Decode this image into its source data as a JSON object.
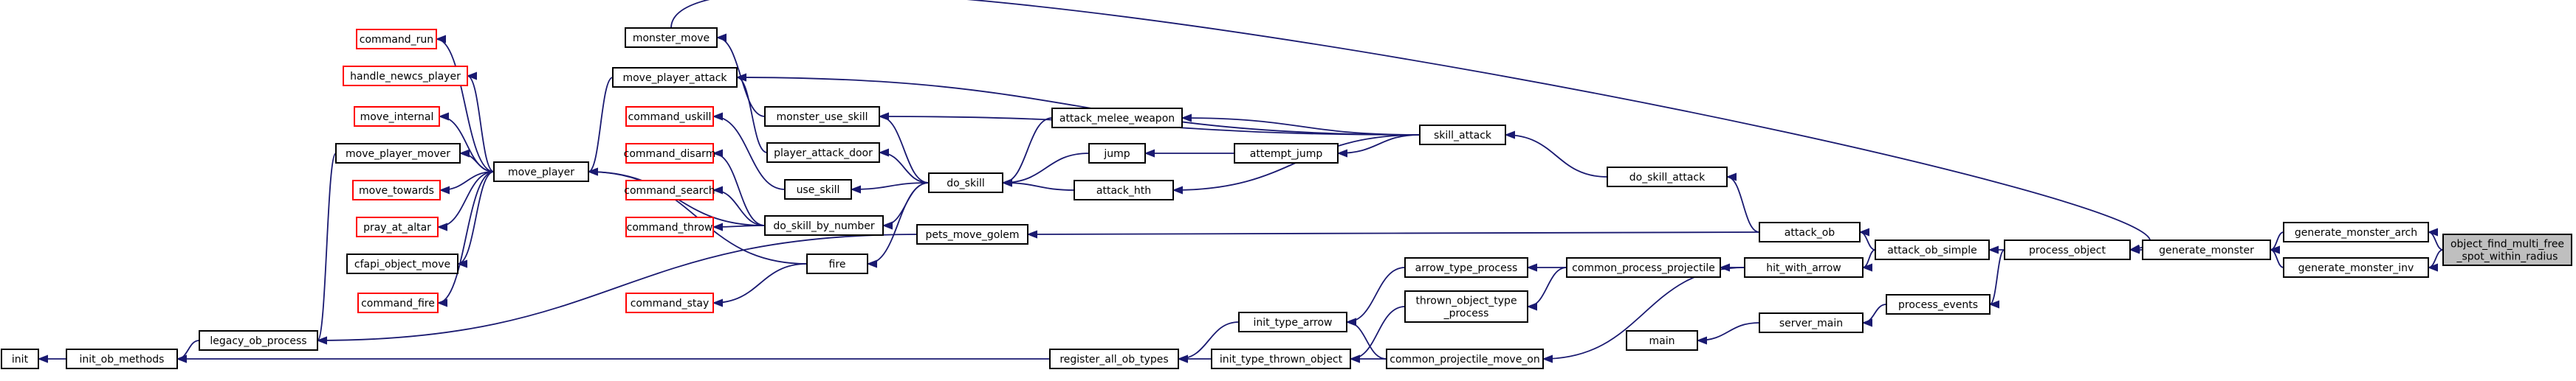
{
  "graph": {
    "nodes": [
      {
        "id": "target",
        "label": [
          "object_find_multi_free",
          "_spot_within_radius"
        ],
        "style": "target"
      },
      {
        "id": "gen_arch",
        "label": [
          "generate_monster_arch"
        ],
        "style": "black"
      },
      {
        "id": "gen_inv",
        "label": [
          "generate_monster_inv"
        ],
        "style": "black"
      },
      {
        "id": "gen_mon",
        "label": [
          "generate_monster"
        ],
        "style": "black"
      },
      {
        "id": "proc_obj",
        "label": [
          "process_object"
        ],
        "style": "black"
      },
      {
        "id": "proc_events",
        "label": [
          "process_events"
        ],
        "style": "black"
      },
      {
        "id": "server_main",
        "label": [
          "server_main"
        ],
        "style": "black"
      },
      {
        "id": "main",
        "label": [
          "main"
        ],
        "style": "black"
      },
      {
        "id": "attack_ob_simple",
        "label": [
          "attack_ob_simple"
        ],
        "style": "black"
      },
      {
        "id": "attack_ob",
        "label": [
          "attack_ob"
        ],
        "style": "black"
      },
      {
        "id": "hit_with_arrow",
        "label": [
          "hit_with_arrow"
        ],
        "style": "black"
      },
      {
        "id": "do_skill_attack",
        "label": [
          "do_skill_attack"
        ],
        "style": "black"
      },
      {
        "id": "common_proc_proj",
        "label": [
          "common_process_projectile"
        ],
        "style": "black"
      },
      {
        "id": "common_proj_move",
        "label": [
          "common_projectile_move_on"
        ],
        "style": "black"
      },
      {
        "id": "arrow_type_process",
        "label": [
          "arrow_type_process"
        ],
        "style": "black"
      },
      {
        "id": "thrown_obj_proc",
        "label": [
          "thrown_object_type",
          "_process"
        ],
        "style": "black"
      },
      {
        "id": "init_type_arrow",
        "label": [
          "init_type_arrow"
        ],
        "style": "black"
      },
      {
        "id": "init_type_thrown",
        "label": [
          "init_type_thrown_object"
        ],
        "style": "black"
      },
      {
        "id": "register_all",
        "label": [
          "register_all_ob_types"
        ],
        "style": "black"
      },
      {
        "id": "skill_attack",
        "label": [
          "skill_attack"
        ],
        "style": "black"
      },
      {
        "id": "attempt_jump",
        "label": [
          "attempt_jump"
        ],
        "style": "black"
      },
      {
        "id": "jump",
        "label": [
          "jump"
        ],
        "style": "black"
      },
      {
        "id": "attack_melee",
        "label": [
          "attack_melee_weapon"
        ],
        "style": "black"
      },
      {
        "id": "attack_hth",
        "label": [
          "attack_hth"
        ],
        "style": "black"
      },
      {
        "id": "do_skill",
        "label": [
          "do_skill"
        ],
        "style": "black"
      },
      {
        "id": "monster_use_skill",
        "label": [
          "monster_use_skill"
        ],
        "style": "black"
      },
      {
        "id": "player_attack_door",
        "label": [
          "player_attack_door"
        ],
        "style": "black"
      },
      {
        "id": "use_skill",
        "label": [
          "use_skill"
        ],
        "style": "black"
      },
      {
        "id": "do_skill_by_number",
        "label": [
          "do_skill_by_number"
        ],
        "style": "black"
      },
      {
        "id": "fire",
        "label": [
          "fire"
        ],
        "style": "black"
      },
      {
        "id": "pets_move_golem",
        "label": [
          "pets_move_golem"
        ],
        "style": "black"
      },
      {
        "id": "monster_move",
        "label": [
          "monster_move"
        ],
        "style": "black"
      },
      {
        "id": "move_player_attack",
        "label": [
          "move_player_attack"
        ],
        "style": "black"
      },
      {
        "id": "move_player",
        "label": [
          "move_player"
        ],
        "style": "black"
      },
      {
        "id": "move_player_mover",
        "label": [
          "move_player_mover"
        ],
        "style": "black"
      },
      {
        "id": "cfapi_object_move",
        "label": [
          "cfapi_object_move"
        ],
        "style": "black"
      },
      {
        "id": "legacy_ob_process",
        "label": [
          "legacy_ob_process"
        ],
        "style": "black"
      },
      {
        "id": "init_ob_methods",
        "label": [
          "init_ob_methods"
        ],
        "style": "black"
      },
      {
        "id": "init",
        "label": [
          "init"
        ],
        "style": "black"
      },
      {
        "id": "command_run",
        "label": [
          "command_run"
        ],
        "style": "red"
      },
      {
        "id": "handle_newcs_player",
        "label": [
          "handle_newcs_player"
        ],
        "style": "red"
      },
      {
        "id": "move_internal",
        "label": [
          "move_internal"
        ],
        "style": "red"
      },
      {
        "id": "move_towards",
        "label": [
          "move_towards"
        ],
        "style": "red"
      },
      {
        "id": "pray_at_altar",
        "label": [
          "pray_at_altar"
        ],
        "style": "red"
      },
      {
        "id": "command_fire",
        "label": [
          "command_fire"
        ],
        "style": "red"
      },
      {
        "id": "command_uskill",
        "label": [
          "command_uskill"
        ],
        "style": "red"
      },
      {
        "id": "command_disarm",
        "label": [
          "command_disarm"
        ],
        "style": "red"
      },
      {
        "id": "command_search",
        "label": [
          "command_search"
        ],
        "style": "red"
      },
      {
        "id": "command_throw",
        "label": [
          "command_throw"
        ],
        "style": "red"
      },
      {
        "id": "command_stay",
        "label": [
          "command_stay"
        ],
        "style": "red"
      }
    ],
    "edges": [
      [
        "gen_arch",
        "target"
      ],
      [
        "gen_inv",
        "target"
      ],
      [
        "gen_mon",
        "gen_arch"
      ],
      [
        "gen_mon",
        "gen_inv"
      ],
      [
        "proc_obj",
        "gen_mon"
      ],
      [
        "proc_events",
        "proc_obj"
      ],
      [
        "server_main",
        "proc_events"
      ],
      [
        "main",
        "server_main"
      ],
      [
        "attack_ob_simple",
        "proc_obj"
      ],
      [
        "attack_ob",
        "attack_ob_simple"
      ],
      [
        "hit_with_arrow",
        "attack_ob_simple"
      ],
      [
        "do_skill_attack",
        "attack_ob"
      ],
      [
        "pets_move_golem",
        "attack_ob"
      ],
      [
        "common_proc_proj",
        "hit_with_arrow"
      ],
      [
        "common_proj_move",
        "hit_with_arrow"
      ],
      [
        "arrow_type_process",
        "common_proc_proj"
      ],
      [
        "thrown_obj_proc",
        "common_proc_proj"
      ],
      [
        "init_type_arrow",
        "arrow_type_process"
      ],
      [
        "init_type_thrown",
        "thrown_obj_proc"
      ],
      [
        "init_type_arrow",
        "common_proj_move"
      ],
      [
        "init_type_thrown",
        "common_proj_move"
      ],
      [
        "register_all",
        "init_type_arrow"
      ],
      [
        "register_all",
        "init_type_thrown"
      ],
      [
        "skill_attack",
        "do_skill_attack"
      ],
      [
        "attempt_jump",
        "skill_attack"
      ],
      [
        "attack_melee",
        "skill_attack"
      ],
      [
        "attack_hth",
        "skill_attack"
      ],
      [
        "move_player_attack",
        "skill_attack"
      ],
      [
        "monster_use_skill",
        "skill_attack"
      ],
      [
        "proc_obj",
        "monster_move"
      ],
      [
        "jump",
        "attempt_jump"
      ],
      [
        "do_skill",
        "jump"
      ],
      [
        "do_skill",
        "attack_melee"
      ],
      [
        "do_skill",
        "attack_hth"
      ],
      [
        "monster_use_skill",
        "do_skill"
      ],
      [
        "player_attack_door",
        "do_skill"
      ],
      [
        "use_skill",
        "do_skill"
      ],
      [
        "do_skill_by_number",
        "do_skill"
      ],
      [
        "fire",
        "do_skill"
      ],
      [
        "monster_move",
        "monster_use_skill"
      ],
      [
        "move_player_attack",
        "player_attack_door"
      ],
      [
        "command_uskill",
        "use_skill"
      ],
      [
        "command_disarm",
        "do_skill_by_number"
      ],
      [
        "command_search",
        "do_skill_by_number"
      ],
      [
        "command_throw",
        "do_skill_by_number"
      ],
      [
        "move_player",
        "do_skill_by_number"
      ],
      [
        "move_player",
        "fire"
      ],
      [
        "command_stay",
        "fire"
      ],
      [
        "move_player",
        "move_player_attack"
      ],
      [
        "command_run",
        "move_player"
      ],
      [
        "handle_newcs_player",
        "move_player"
      ],
      [
        "move_internal",
        "move_player"
      ],
      [
        "move_player_mover",
        "move_player"
      ],
      [
        "move_towards",
        "move_player"
      ],
      [
        "pray_at_altar",
        "move_player"
      ],
      [
        "cfapi_object_move",
        "move_player"
      ],
      [
        "command_fire",
        "move_player"
      ],
      [
        "legacy_ob_process",
        "move_player_mover"
      ],
      [
        "legacy_ob_process",
        "pets_move_golem"
      ],
      [
        "init_ob_methods",
        "legacy_ob_process"
      ],
      [
        "init_ob_methods",
        "register_all"
      ],
      [
        "init",
        "init_ob_methods"
      ]
    ]
  }
}
